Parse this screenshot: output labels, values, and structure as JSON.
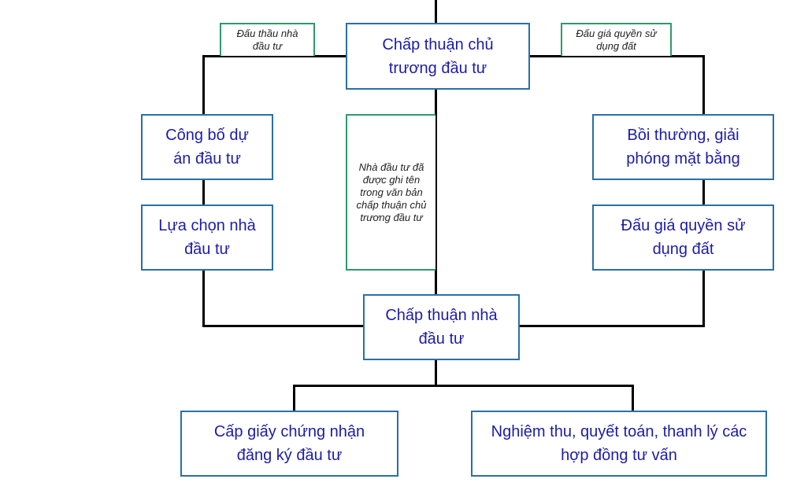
{
  "nodes": {
    "approve_policy": "Chấp thuận chủ trương đầu tư",
    "announce_project": "Công bố dự án đầu tư",
    "select_investor": "Lựa chọn nhà đầu tư",
    "compensation": "Bồi thường, giải phóng mặt bằng",
    "land_auction": "Đấu giá quyền sử dụng đất",
    "approve_investor": "Chấp thuận nhà đầu tư",
    "certificate": "Cấp giấy chứng nhận đăng ký đầu tư",
    "acceptance": "Nghiệm thu, quyết toán, thanh lý các hợp đồng tư vấn"
  },
  "notes": {
    "bidding": "Đấu thầu nhà đầu tư",
    "auction": "Đấu giá quyền sử dụng đất",
    "named_investor": "Nhà đầu tư đã được ghi tên trong văn bản chấp thuận chủ trương đầu tư"
  }
}
